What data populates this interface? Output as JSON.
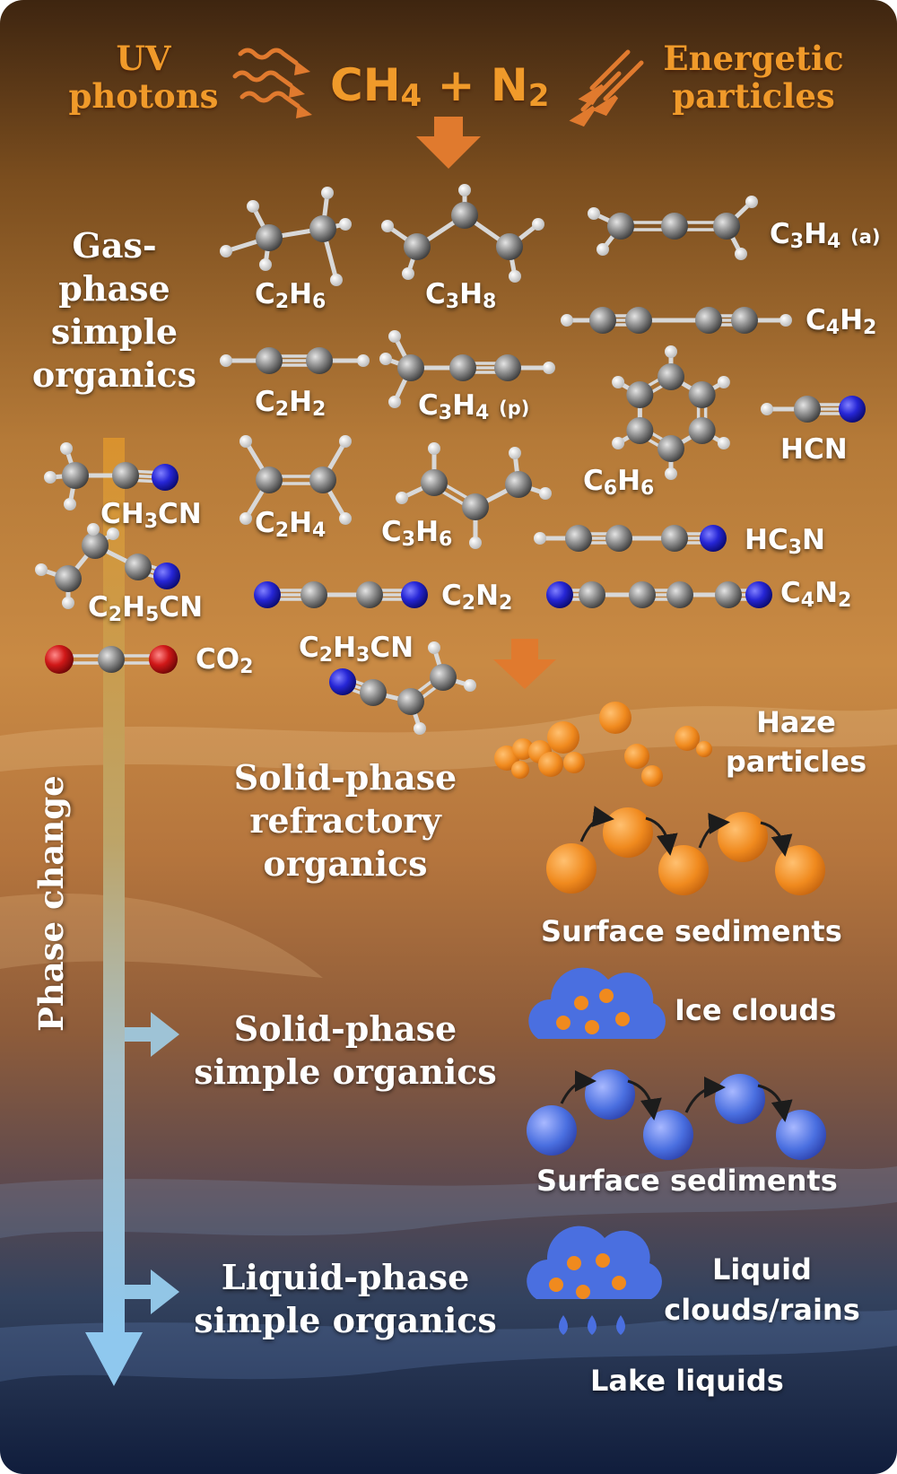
{
  "header": {
    "uv_line1": "UV",
    "uv_line2": "photons",
    "reactants": "CH4 + N2",
    "energetic_line1": "Energetic",
    "energetic_line2": "particles"
  },
  "sections": {
    "gas_phase": [
      "Gas-",
      "phase",
      "simple",
      "organics"
    ],
    "solid_refractory": [
      "Solid-phase",
      "refractory",
      "organics"
    ],
    "solid_simple": [
      "Solid-phase",
      "simple organics"
    ],
    "liquid_simple": [
      "Liquid-phase",
      "simple organics"
    ],
    "phase_change": "Phase change"
  },
  "molecules": {
    "c2h6": "C2H6",
    "c3h8": "C3H8",
    "c3h4a": "C3H4",
    "c3h4a_tag": "(a)",
    "c4h2": "C4H2",
    "c2h2": "C2H2",
    "c3h4p": "C3H4",
    "c3h4p_tag": "(p)",
    "c6h6": "C6H6",
    "hcn": "HCN",
    "ch3cn": "CH3CN",
    "c2h4": "C2H4",
    "c3h6": "C3H6",
    "hc3n": "HC3N",
    "c2h5cn": "C2H5CN",
    "c2n2": "C2N2",
    "c4n2": "C4N2",
    "co2": "CO2",
    "c2h3cn": "C2H3CN"
  },
  "products": {
    "haze_line1": "Haze",
    "haze_line2": "particles",
    "surface_sediments_solid": "Surface sediments",
    "ice_clouds": "Ice clouds",
    "surface_sediments_ice": "Surface sediments",
    "liquid_line1": "Liquid",
    "liquid_line2": "clouds/rains",
    "lake_liquids": "Lake liquids"
  },
  "colors": {
    "text_orange": "#f09a2a",
    "arrow_orange": "#e07a2e",
    "carbon": "#8e8e8e",
    "hydrogen": "#f2f2f2",
    "nitrogen": "#2a2ad8",
    "oxygen": "#d01818",
    "haze": "#f08a1e",
    "ice_blue": "#4a6fe0",
    "phase_arrow_top": "#d9922e",
    "phase_arrow_bottom": "#8fc8ee"
  }
}
